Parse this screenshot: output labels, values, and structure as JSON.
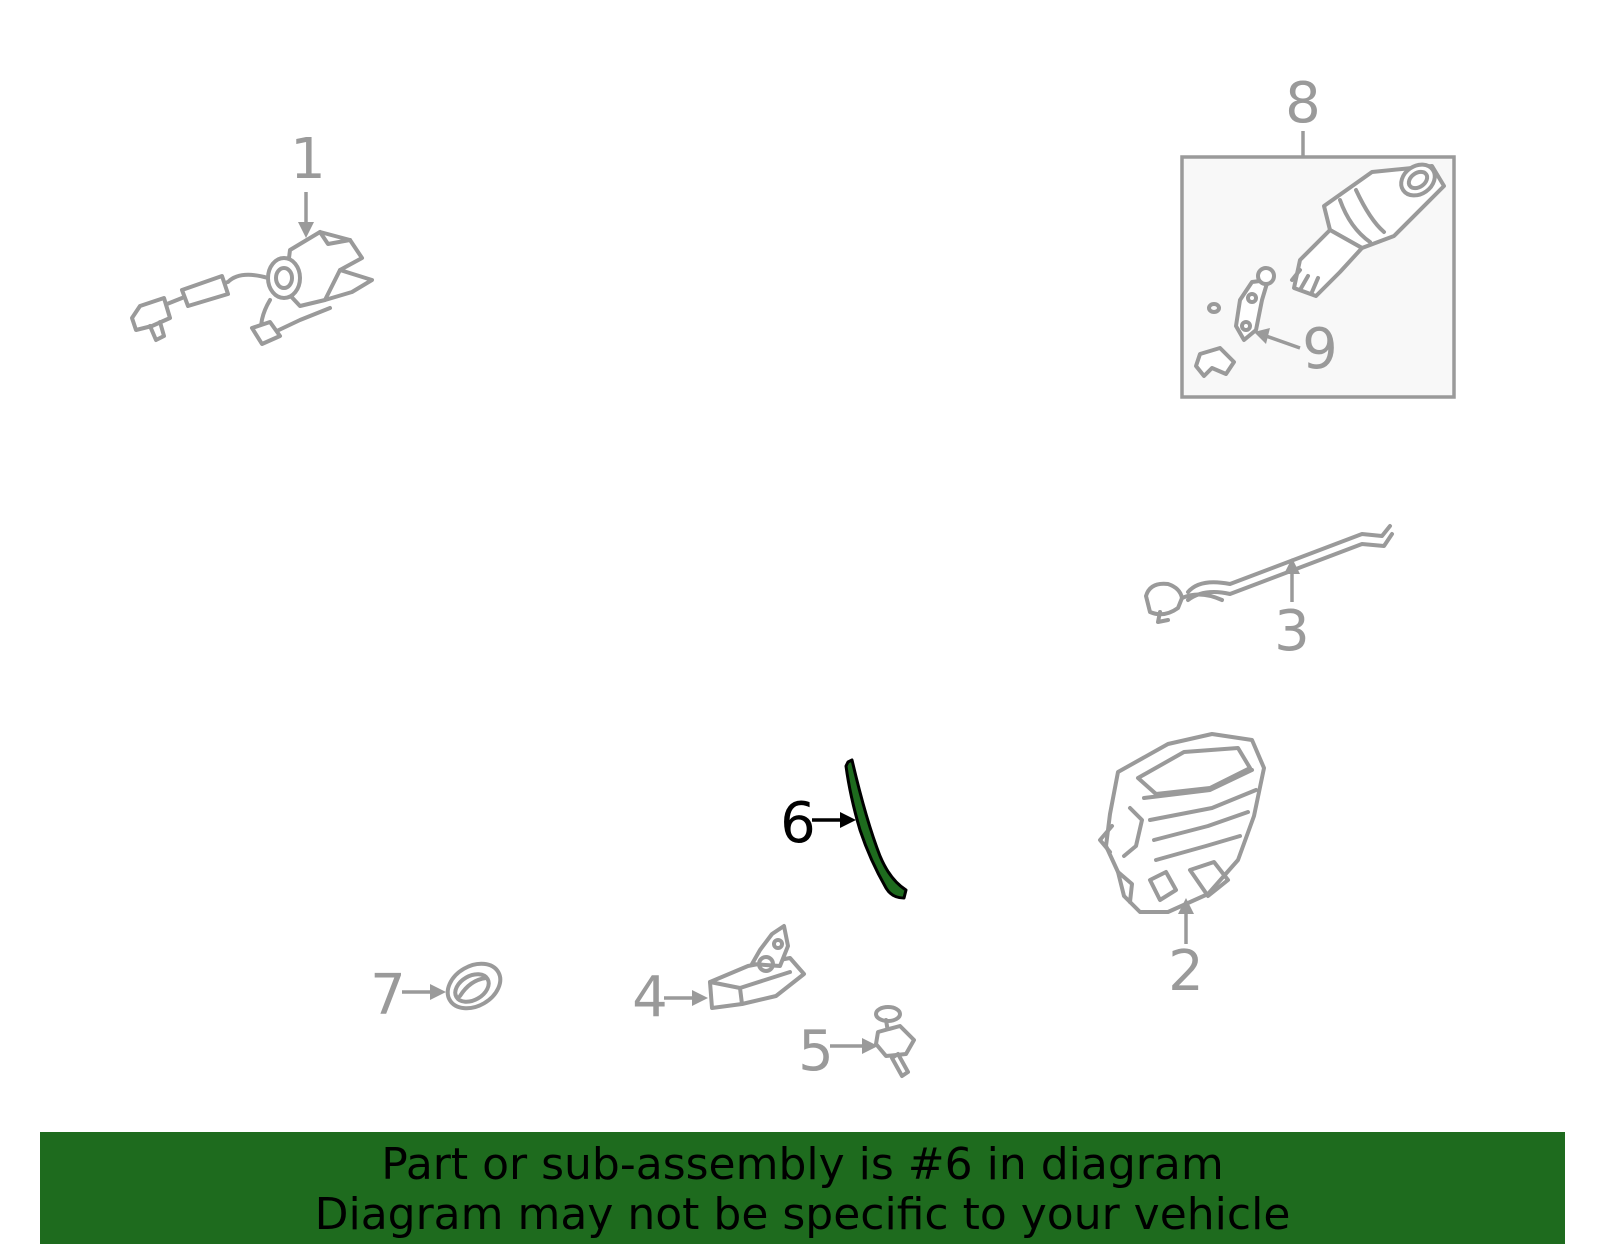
{
  "callouts": {
    "c1": "1",
    "c2": "2",
    "c3": "3",
    "c4": "4",
    "c5": "5",
    "c6": "6",
    "c7": "7",
    "c8": "8",
    "c9": "9"
  },
  "highlight": {
    "part": "6",
    "color": "#1e6b1e"
  },
  "banner": {
    "line1": "Part or sub-assembly is #6 in diagram",
    "line2": "Diagram may not be specific to your vehicle",
    "background": "#1e6b1e"
  }
}
